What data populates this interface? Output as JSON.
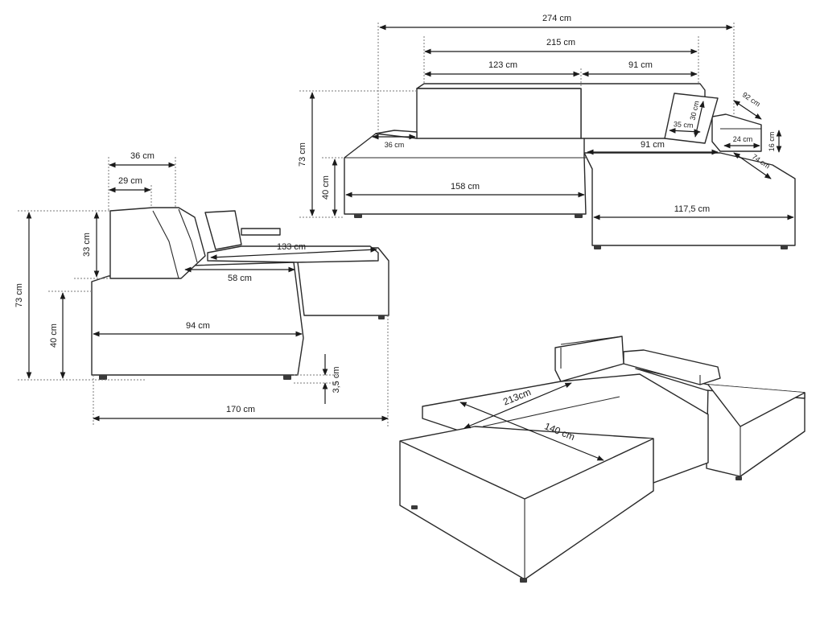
{
  "side_view": {
    "backrest_depth": "36 cm",
    "backrest_top_depth": "29 cm",
    "backrest_height": "33 cm",
    "total_height": "73 cm",
    "seat_height": "40 cm",
    "seat_depth": "94 cm",
    "cushion_depth": "58 cm",
    "chaise_length": "133 cm",
    "leg_height": "3,5 cm",
    "total_depth": "170 cm"
  },
  "front_view": {
    "total_width": "274 cm",
    "backrest_width": "215 cm",
    "left_back_width": "123 cm",
    "right_back_width": "91 cm",
    "armrest_width": "36 cm",
    "chaise_width": "91 cm",
    "total_height": "73 cm",
    "seat_height": "40 cm",
    "seat_width": "158 cm",
    "chaise_depth": "117,5 cm",
    "pillow_width": "35 cm",
    "pillow_height": "30 cm",
    "armrest_depth": "92 cm",
    "armrest_top_width": "24 cm",
    "armrest_top_height": "16 cm",
    "chaise_diagonal": "74 cm"
  },
  "bed_view": {
    "bed_length": "213cm",
    "bed_width": "140 cm"
  }
}
